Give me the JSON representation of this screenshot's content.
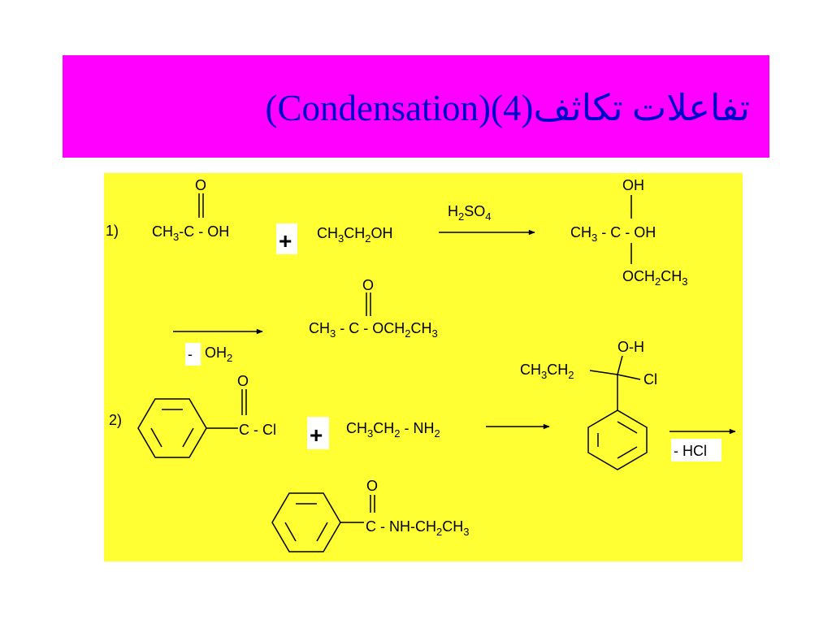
{
  "slide": {
    "title": "(Condensation)تفاعلات تكاثف(4)",
    "colors": {
      "banner": "#ff00ff",
      "title_text": "#0000cc",
      "panel": "#ffff33"
    }
  },
  "scheme": {
    "r1": {
      "number": "1)",
      "acid": {
        "oxygen": "O",
        "ch": "CH",
        "three": "3",
        "rest": "-C - OH"
      },
      "plus": "+",
      "ethanol": {
        "ch_a": "CH",
        "three": "3",
        "ch_b": "CH",
        "two": "2",
        "oh": "OH"
      },
      "catalyst": {
        "h": "H",
        "two": "2",
        "so": "SO",
        "four": "4"
      },
      "intermediate": {
        "oh_top": "OH",
        "ch": "CH",
        "three": "3",
        "mid": " - C - OH",
        "och": "OCH",
        "two": "2",
        "ch_b": "CH",
        "three_b": "3"
      },
      "elimination": {
        "dash": "-",
        "oh": "OH",
        "two": "2"
      },
      "ester": {
        "oxygen": "O",
        "ch": "CH",
        "three": "3",
        "mid": " - C - OCH",
        "two": "2",
        "ch_b": "CH",
        "three_b": "3"
      }
    },
    "r2": {
      "number": "2)",
      "benzoyl": {
        "oxygen": "O",
        "group": "C - Cl"
      },
      "plus": "+",
      "amine": {
        "ch_a": "CH",
        "three": "3",
        "ch_b": "CH",
        "two": "2",
        "nh": " - NH",
        "two_b": "2"
      },
      "intermediate": {
        "oh": "O-H",
        "ch_a": "CH",
        "three": "3",
        "ch_b": "CH",
        "two": "2",
        "cl": "Cl"
      },
      "elimination": "- HCl",
      "amide": {
        "oxygen": "O",
        "group": "C - NH-CH",
        "two": "2",
        "ch": "CH",
        "three": "3"
      }
    }
  }
}
